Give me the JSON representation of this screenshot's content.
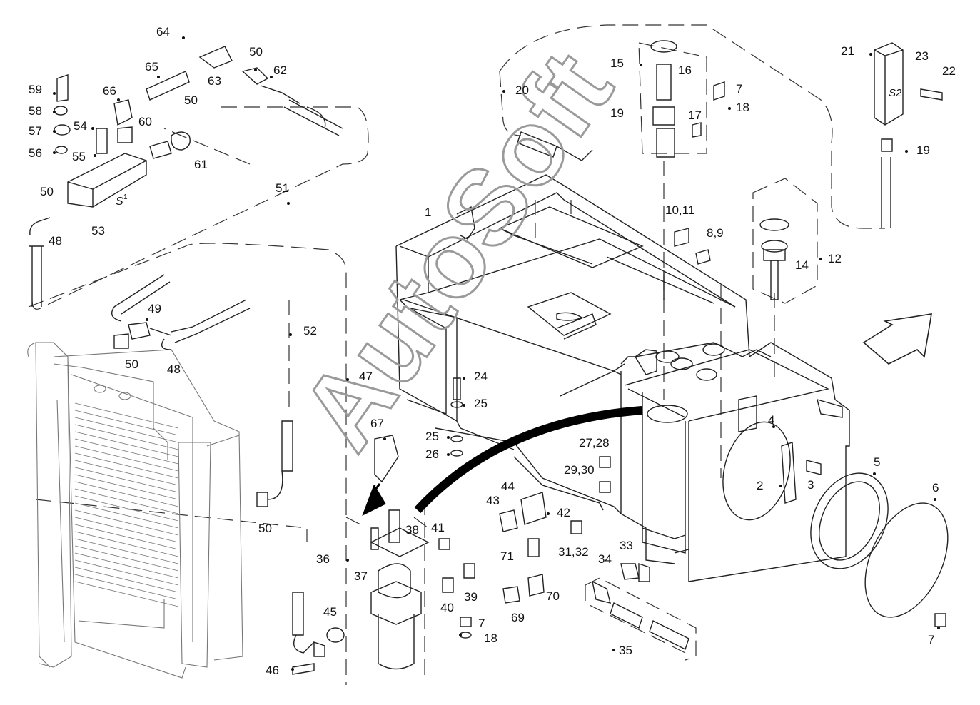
{
  "watermark": "AutoSoft",
  "markings": {
    "s1": "S",
    "s1_sup": "1",
    "s2": "S2"
  },
  "callouts": [
    {
      "id": "c64",
      "text": "64"
    },
    {
      "id": "c50a",
      "text": "50"
    },
    {
      "id": "c65",
      "text": "65"
    },
    {
      "id": "c62",
      "text": "62"
    },
    {
      "id": "c59",
      "text": "59"
    },
    {
      "id": "c66",
      "text": "66"
    },
    {
      "id": "c50b",
      "text": "50"
    },
    {
      "id": "c63",
      "text": "63"
    },
    {
      "id": "c58",
      "text": "58"
    },
    {
      "id": "c60",
      "text": "60"
    },
    {
      "id": "c54",
      "text": "54"
    },
    {
      "id": "c57",
      "text": "57"
    },
    {
      "id": "c56",
      "text": "56"
    },
    {
      "id": "c55",
      "text": "55"
    },
    {
      "id": "c61",
      "text": "61"
    },
    {
      "id": "c51",
      "text": "51"
    },
    {
      "id": "c50c",
      "text": "50"
    },
    {
      "id": "c53",
      "text": "53"
    },
    {
      "id": "c48a",
      "text": "48"
    },
    {
      "id": "c49",
      "text": "49"
    },
    {
      "id": "c52",
      "text": "52"
    },
    {
      "id": "c50d",
      "text": "50"
    },
    {
      "id": "c48b",
      "text": "48"
    },
    {
      "id": "c47",
      "text": "47"
    },
    {
      "id": "c24",
      "text": "24"
    },
    {
      "id": "c25a",
      "text": "25"
    },
    {
      "id": "c25b",
      "text": "25"
    },
    {
      "id": "c26",
      "text": "26"
    },
    {
      "id": "c67",
      "text": "67"
    },
    {
      "id": "c50e",
      "text": "50"
    },
    {
      "id": "c38",
      "text": "38"
    },
    {
      "id": "c41",
      "text": "41"
    },
    {
      "id": "c36",
      "text": "36"
    },
    {
      "id": "c37",
      "text": "37"
    },
    {
      "id": "c39",
      "text": "39"
    },
    {
      "id": "c40",
      "text": "40"
    },
    {
      "id": "c45",
      "text": "45"
    },
    {
      "id": "c46",
      "text": "46"
    },
    {
      "id": "c7a",
      "text": "7"
    },
    {
      "id": "c18a",
      "text": "18"
    },
    {
      "id": "c43",
      "text": "43"
    },
    {
      "id": "c44",
      "text": "44"
    },
    {
      "id": "c42",
      "text": "42"
    },
    {
      "id": "c71",
      "text": "71"
    },
    {
      "id": "c69",
      "text": "69"
    },
    {
      "id": "c70",
      "text": "70"
    },
    {
      "id": "c20",
      "text": "20"
    },
    {
      "id": "c15",
      "text": "15"
    },
    {
      "id": "c16",
      "text": "16"
    },
    {
      "id": "c7b",
      "text": "7"
    },
    {
      "id": "c18b",
      "text": "18"
    },
    {
      "id": "c19a",
      "text": "19"
    },
    {
      "id": "c17",
      "text": "17"
    },
    {
      "id": "c1",
      "text": "1"
    },
    {
      "id": "c1011",
      "text": "10,11"
    },
    {
      "id": "c89",
      "text": "8,9"
    },
    {
      "id": "c14",
      "text": "14"
    },
    {
      "id": "c12",
      "text": "12"
    },
    {
      "id": "c21",
      "text": "21"
    },
    {
      "id": "c23",
      "text": "23"
    },
    {
      "id": "c22",
      "text": "22"
    },
    {
      "id": "c19b",
      "text": "19"
    },
    {
      "id": "c2728",
      "text": "27,28"
    },
    {
      "id": "c2930",
      "text": "29,30"
    },
    {
      "id": "c3132",
      "text": "31,32"
    },
    {
      "id": "c33",
      "text": "33"
    },
    {
      "id": "c34",
      "text": "34"
    },
    {
      "id": "c35",
      "text": "35"
    },
    {
      "id": "c4",
      "text": "4"
    },
    {
      "id": "c2",
      "text": "2"
    },
    {
      "id": "c3",
      "text": "3"
    },
    {
      "id": "c5",
      "text": "5"
    },
    {
      "id": "c6",
      "text": "6"
    },
    {
      "id": "c7c",
      "text": "7"
    }
  ]
}
